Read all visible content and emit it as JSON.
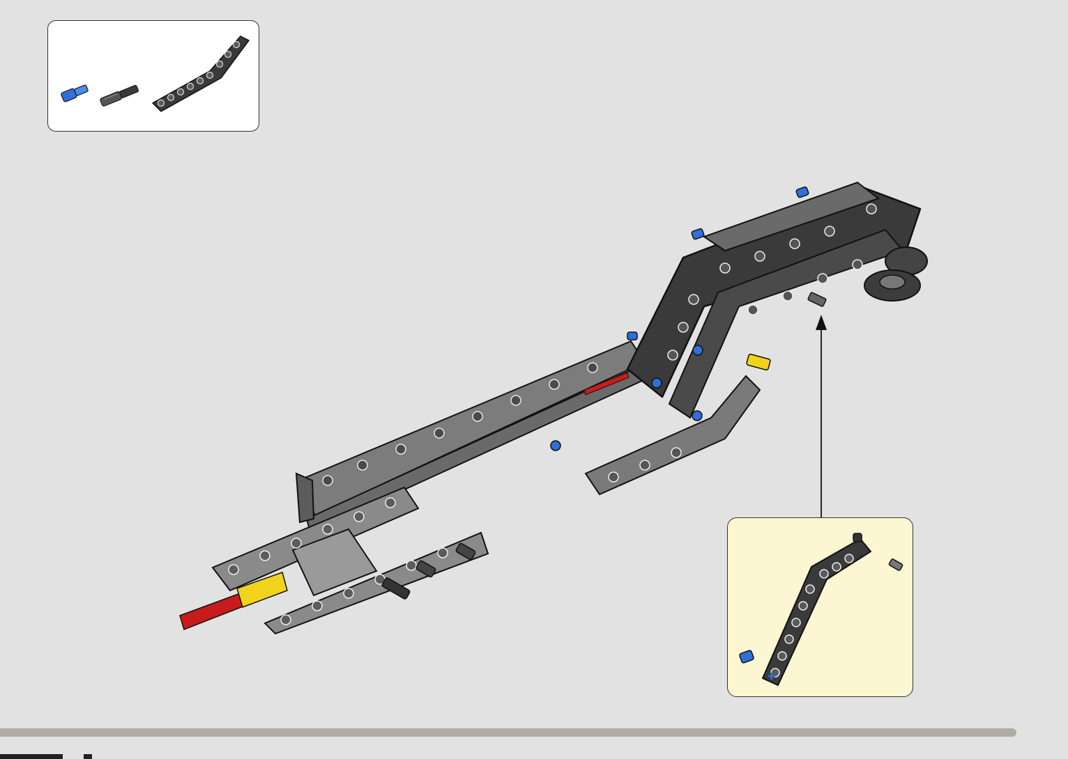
{
  "colors": {
    "background": "#e2e2e2",
    "beam_dark": "#3a3a3a",
    "beam_light": "#8a8a8a",
    "pin_blue": "#2f6fd6",
    "axle_red": "#c81c1c",
    "axle_yellow": "#f2d31c",
    "callout_bg": "#fdf6d2",
    "progress": "#b0aca5"
  },
  "parts_list": {
    "items": [
      {
        "name": "blue-axle-pin",
        "color": "#2f6fd6"
      },
      {
        "name": "dark-grey-pin",
        "color": "#4a4a4a"
      },
      {
        "name": "bent-beam",
        "color": "#3a3a3a"
      }
    ]
  },
  "progress": {
    "fill_fraction": 1.0
  }
}
